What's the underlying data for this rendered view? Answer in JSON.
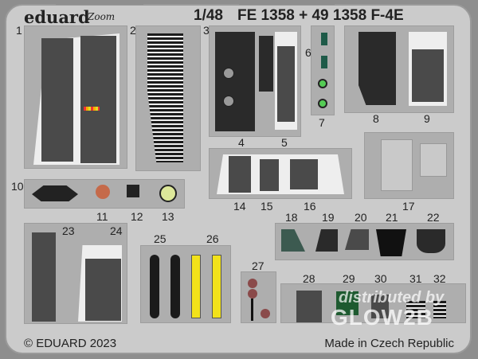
{
  "header": {
    "brand": "eduard",
    "sub_brand": "Zoom",
    "scale": "1/48",
    "product_code": "FE 1358 + 49 1358 F-4E"
  },
  "parts": [
    "1",
    "2",
    "3",
    "4",
    "5",
    "6",
    "7",
    "8",
    "9",
    "10",
    "11",
    "12",
    "13",
    "14",
    "15",
    "16",
    "17",
    "18",
    "19",
    "20",
    "21",
    "22",
    "23",
    "24",
    "25",
    "26",
    "27",
    "28",
    "29",
    "30",
    "31",
    "32"
  ],
  "footer": {
    "copyright": "© EDUARD 2023",
    "origin": "Made in Czech Republic"
  },
  "watermark": {
    "line1": "distributed by",
    "line2": "GLOW2B"
  },
  "colors": {
    "fret": "#cbcbcb",
    "background": "#8e8e8e",
    "frame": "#aeaeae",
    "panel": "#2a2a2a",
    "yellow": "#f2e21a",
    "green": "#3aa85a",
    "red": "#c0503a"
  }
}
